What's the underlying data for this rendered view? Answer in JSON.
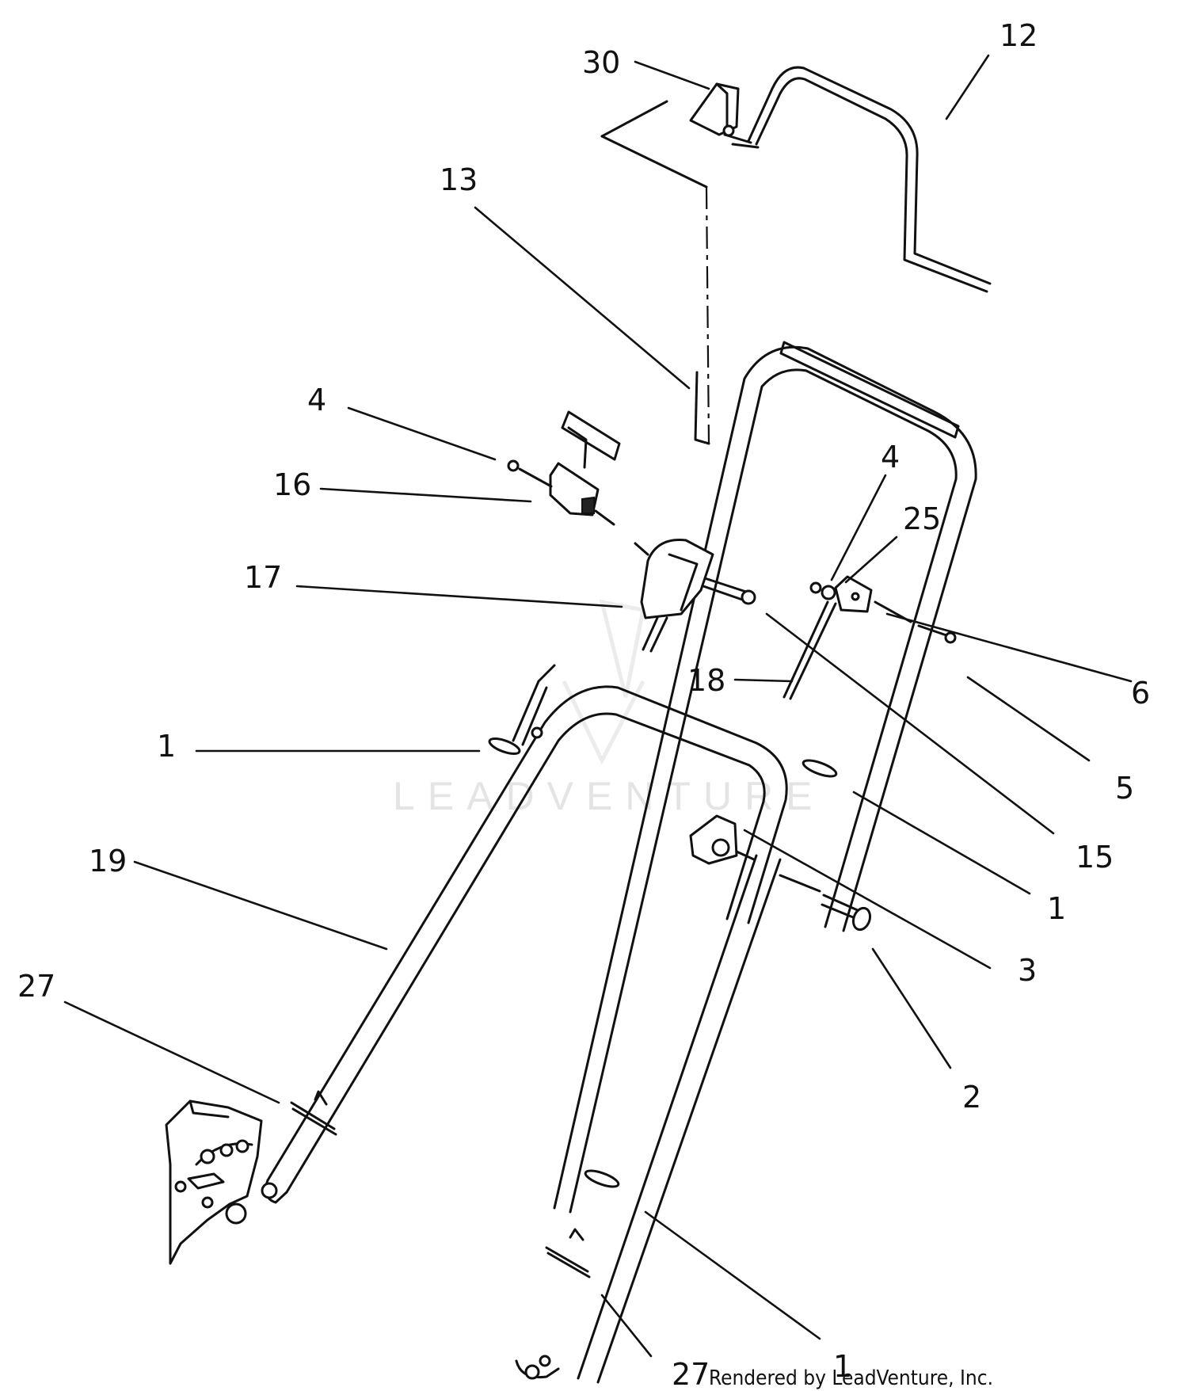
{
  "diagram": {
    "watermark": "LEADVENTURE",
    "credit": "Rendered by LeadVenture, Inc.",
    "callouts": [
      {
        "id": "c30",
        "label": "30"
      },
      {
        "id": "c12",
        "label": "12"
      },
      {
        "id": "c13",
        "label": "13"
      },
      {
        "id": "c4a",
        "label": "4"
      },
      {
        "id": "c16",
        "label": "16"
      },
      {
        "id": "c4b",
        "label": "4"
      },
      {
        "id": "c25",
        "label": "25"
      },
      {
        "id": "c17",
        "label": "17"
      },
      {
        "id": "c18",
        "label": "18"
      },
      {
        "id": "c6",
        "label": "6"
      },
      {
        "id": "c1a",
        "label": "1"
      },
      {
        "id": "c5",
        "label": "5"
      },
      {
        "id": "c15",
        "label": "15"
      },
      {
        "id": "c19",
        "label": "19"
      },
      {
        "id": "c1b",
        "label": "1"
      },
      {
        "id": "c3",
        "label": "3"
      },
      {
        "id": "c27a",
        "label": "27"
      },
      {
        "id": "c2",
        "label": "2"
      },
      {
        "id": "c1c",
        "label": "1"
      },
      {
        "id": "c27b",
        "label": "27"
      }
    ]
  }
}
